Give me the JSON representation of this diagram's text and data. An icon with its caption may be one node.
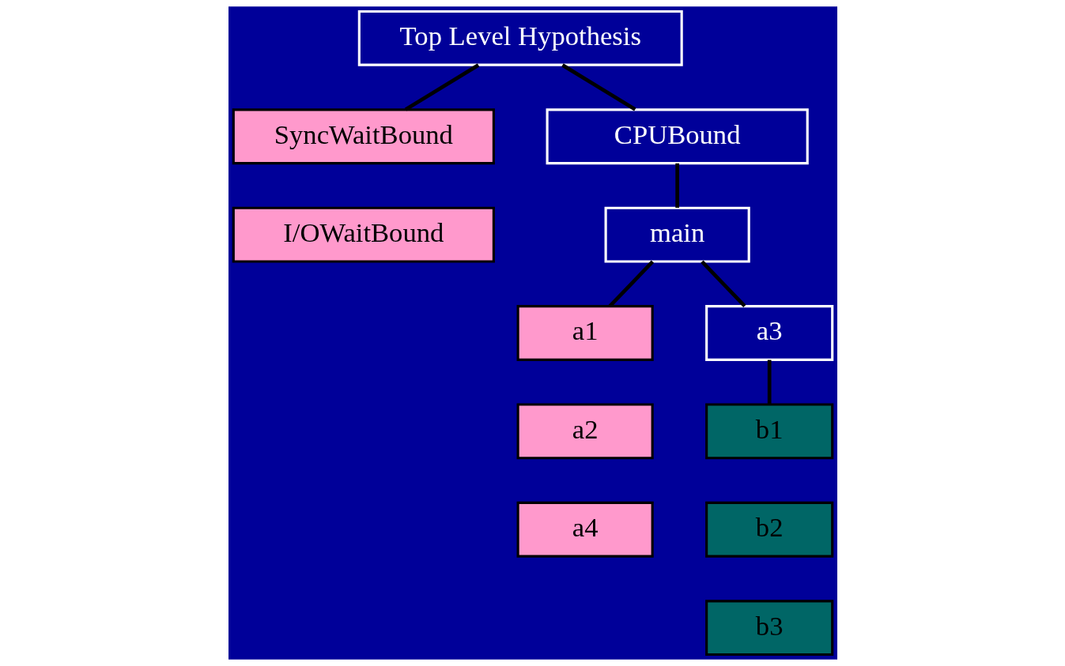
{
  "diagram": {
    "nodes": [
      {
        "text": [
          "Top Level Hypothesis"
        ]
      },
      {
        "text": [
          "SyncWaitBound"
        ]
      },
      {
        "text": [
          "I/OWaitBound"
        ]
      },
      {
        "text": [
          "CPUBound"
        ]
      },
      {
        "text": [
          "main"
        ]
      },
      {
        "text": [
          "a1"
        ]
      },
      {
        "text": [
          "a2"
        ]
      },
      {
        "text": [
          "a4"
        ]
      },
      {
        "text": [
          "a3"
        ]
      },
      {
        "text": [
          "b1"
        ]
      },
      {
        "text": [
          "b2"
        ]
      },
      {
        "text": [
          "b3"
        ]
      }
    ],
    "edges": [
      {
        "from": 0,
        "to": 1,
        "arrow": "none"
      },
      {
        "from": 0,
        "to": 3,
        "arrow": "none"
      },
      {
        "from": 3,
        "to": 4,
        "arrow": "none"
      },
      {
        "from": 4,
        "to": 5,
        "arrow": "none"
      },
      {
        "from": 4,
        "to": 8,
        "arrow": "none"
      },
      {
        "from": 8,
        "to": 9,
        "arrow": "none"
      }
    ]
  }
}
